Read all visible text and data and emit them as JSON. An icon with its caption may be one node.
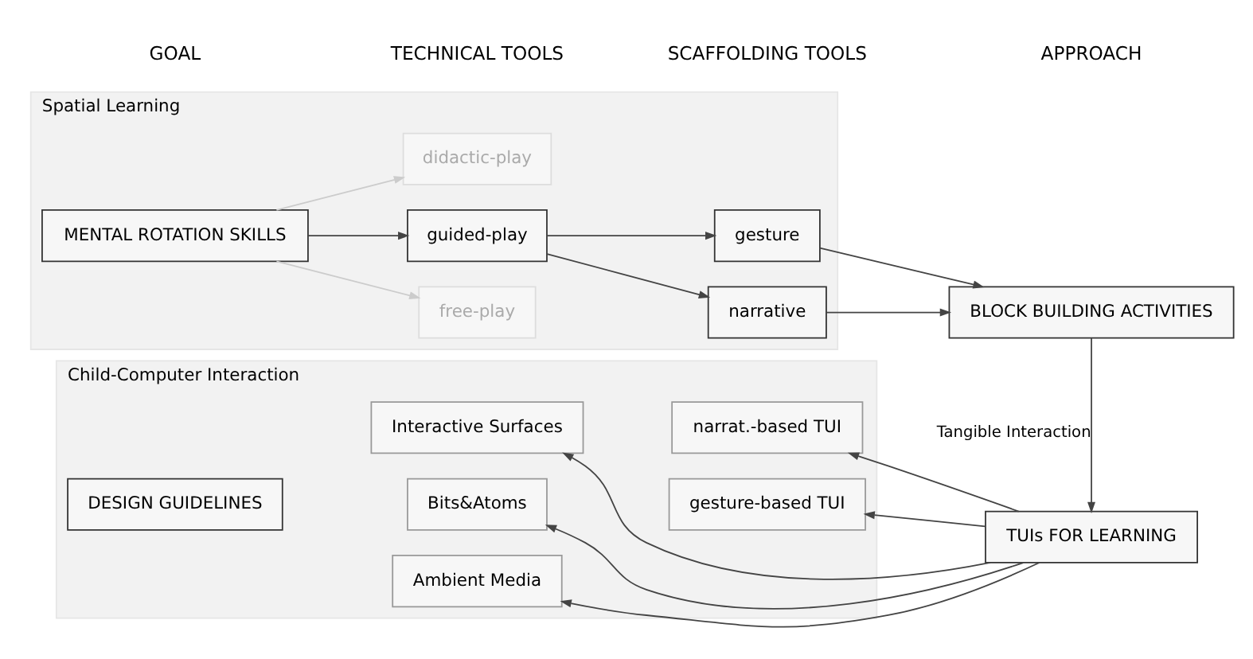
{
  "diagram": {
    "nodes": [
      {
        "text": [
          "Spatial Learning"
        ]
      },
      {
        "text": [
          "MENTAL ROTATION SKILLS"
        ],
        "in": 0
      },
      {
        "text": [
          "free-play"
        ],
        "in": 0
      },
      {
        "text": [
          "guided-play"
        ],
        "in": 0
      },
      {
        "text": [
          "didactic-play"
        ],
        "in": 0
      },
      {
        "text": [
          "narrative"
        ],
        "in": 0
      },
      {
        "text": [
          "gesture"
        ],
        "in": 0
      },
      {
        "text": [
          "Child-Computer Interaction"
        ]
      },
      {
        "text": [
          "DESIGN GUIDELINES"
        ],
        "in": 7
      },
      {
        "text": [
          "Interactive Surfaces"
        ],
        "in": 7
      },
      {
        "text": [
          "Bits&Atoms"
        ],
        "in": 7
      },
      {
        "text": [
          "Ambient Media"
        ],
        "in": 7
      },
      {
        "text": [
          "narrat.-based TUI"
        ],
        "in": 7
      },
      {
        "text": [
          "gesture-based TUI"
        ],
        "in": 7
      },
      {
        "text": [
          "BLOCK BUILDING ACTIVITIES"
        ]
      },
      {
        "text": [
          "TUIs FOR LEARNING"
        ]
      }
    ],
    "edges": [
      {
        "from": 1,
        "to": 2,
        "arrow": "to",
        "color": "#cccccc"
      },
      {
        "from": 1,
        "to": 3,
        "arrow": "to"
      },
      {
        "from": 1,
        "to": 4,
        "arrow": "to",
        "color": "#cccccc"
      },
      {
        "from": 3,
        "to": 5,
        "arrow": "to"
      },
      {
        "from": 3,
        "to": 6,
        "arrow": "to"
      },
      {
        "from": 5,
        "to": 14,
        "arrow": "to"
      },
      {
        "from": 6,
        "to": 14,
        "arrow": "to"
      },
      {
        "from": 14,
        "to": 15,
        "arrow": "to",
        "label": "Tangible Interaction"
      },
      {
        "from": 15,
        "to": 12,
        "arrow": "to"
      },
      {
        "from": 15,
        "to": 9,
        "arrow": "to"
      },
      {
        "from": 15,
        "to": 10,
        "arrow": "to"
      },
      {
        "from": 15,
        "to": 11,
        "arrow": "to"
      },
      {
        "from": 15,
        "to": 13,
        "arrow": "to"
      }
    ],
    "labels": [
      "GOAL",
      "TECHNICAL TOOLS",
      "SCAFFOLDING TOOLS",
      "APPROACH"
    ]
  }
}
